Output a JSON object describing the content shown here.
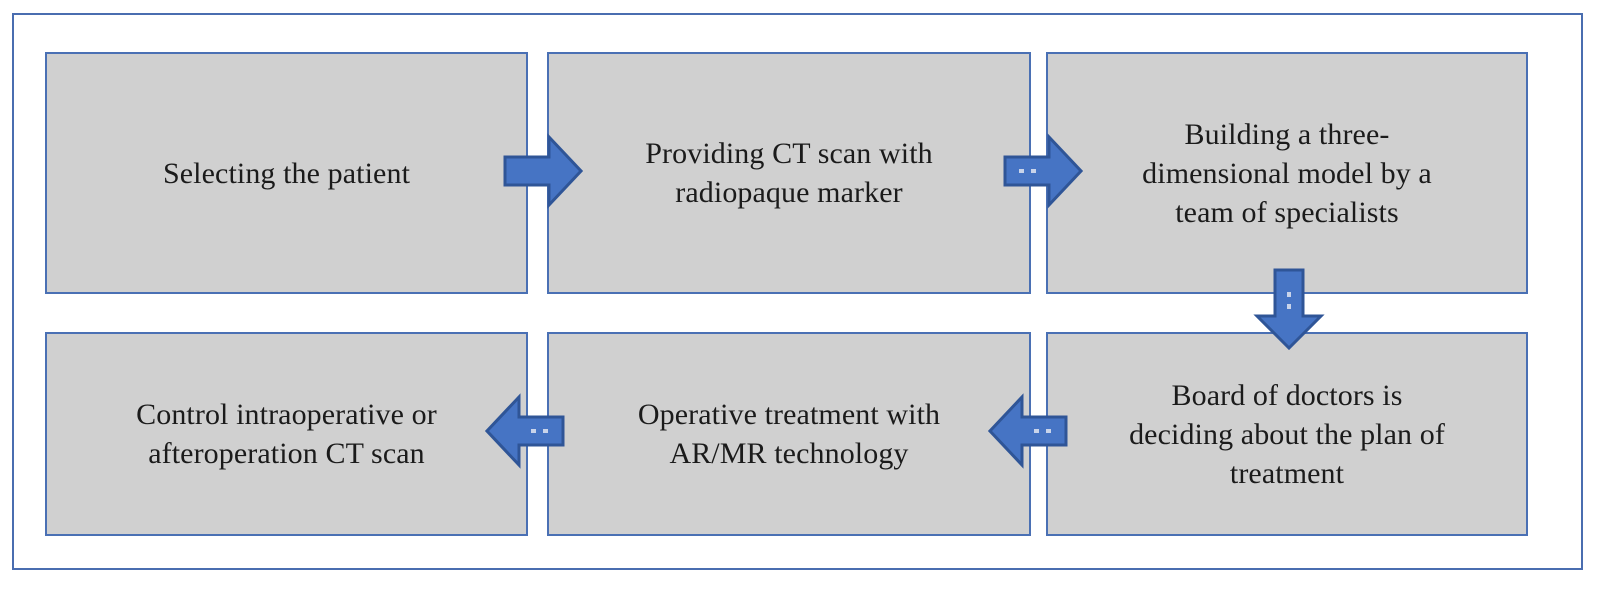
{
  "diagram": {
    "type": "flowchart",
    "title_visible": false,
    "colors": {
      "box_fill": "#d0d0d0",
      "box_border": "#4a70b4",
      "arrow_fill": "#4674c4",
      "arrow_border": "#2f5597",
      "outer_frame": "#4a6db0",
      "text": "#1b1b1b",
      "background": "#ffffff"
    },
    "nodes": [
      {
        "id": "select",
        "label": "Selecting the patient",
        "row": 1,
        "col": 1
      },
      {
        "id": "ctscan",
        "label": "Providing CT scan with\nradiopaque marker",
        "row": 1,
        "col": 2
      },
      {
        "id": "model",
        "label": "Building a three-\ndimensional model by a\nteam of specialists",
        "row": 1,
        "col": 3
      },
      {
        "id": "board",
        "label": "Board of doctors is\ndeciding about the plan of\ntreatment",
        "row": 2,
        "col": 3
      },
      {
        "id": "operate",
        "label": "Operative treatment with\nAR/MR technology",
        "row": 2,
        "col": 2
      },
      {
        "id": "control",
        "label": "Control intraoperative or\nafteroperation CT scan",
        "row": 2,
        "col": 1
      }
    ],
    "connectors": [
      {
        "id": "a1",
        "from": "select",
        "to": "ctscan",
        "direction": "right",
        "icon": "arrow-right-icon"
      },
      {
        "id": "a2",
        "from": "ctscan",
        "to": "model",
        "direction": "right",
        "icon": "arrow-right-icon"
      },
      {
        "id": "a3",
        "from": "model",
        "to": "board",
        "direction": "down",
        "icon": "arrow-down-icon"
      },
      {
        "id": "a4",
        "from": "board",
        "to": "operate",
        "direction": "left",
        "icon": "arrow-left-icon"
      },
      {
        "id": "a5",
        "from": "operate",
        "to": "control",
        "direction": "left",
        "icon": "arrow-left-icon"
      }
    ]
  }
}
